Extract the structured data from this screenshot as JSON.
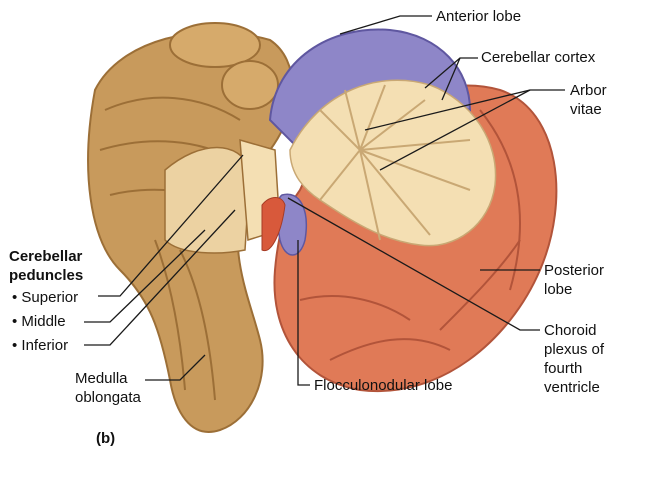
{
  "labels": {
    "anterior_lobe": "Anterior lobe",
    "cerebellar_cortex": "Cerebellar cortex",
    "arbor_vitae_1": "Arbor",
    "arbor_vitae_2": "vitae",
    "posterior_lobe_1": "Posterior",
    "posterior_lobe_2": "lobe",
    "choroid_1": "Choroid",
    "choroid_2": "plexus of",
    "choroid_3": "fourth",
    "choroid_4": "ventricle",
    "flocculonodular": "Flocculonodular lobe",
    "medulla_1": "Medulla",
    "medulla_2": "oblongata",
    "peduncles_title_1": "Cerebellar",
    "peduncles_title_2": "peduncles",
    "superior": "• Superior",
    "middle": "• Middle",
    "inferior": "• Inferior",
    "panel": "(b)"
  },
  "colors": {
    "brainstem": "#c89a5c",
    "brainstem_dark": "#9c6f37",
    "cortex_purple": "#8e86c8",
    "posterior_orange": "#e07a57",
    "arbor_cream": "#f4dfb3",
    "leader": "#1a1a1a"
  }
}
